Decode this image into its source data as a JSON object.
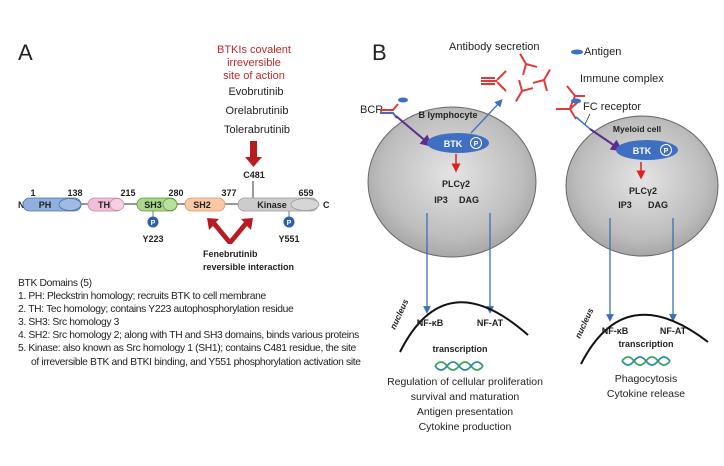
{
  "panel_a": {
    "label": "A",
    "btki_site_title": [
      "BTKIs covalent",
      "irreversible",
      "site of action"
    ],
    "btki_drugs": [
      "Evobrutinib",
      "Orelabrutinib",
      "Tolerabrutinib"
    ],
    "c481_label": "C481",
    "n_term": "N",
    "c_term": "C",
    "positions": [
      "1",
      "138",
      "215",
      "280",
      "377",
      "659"
    ],
    "domains": [
      {
        "name": "PH",
        "color": "#8fb0de"
      },
      {
        "name": "TH",
        "color": "#f3bdd8"
      },
      {
        "name": "SH3",
        "color": "#a8d88a"
      },
      {
        "name": "SH2",
        "color": "#f8c9a4"
      },
      {
        "name": "Kinase",
        "color": "#cccccc"
      }
    ],
    "phospho_symbol": "P",
    "y223_label": "Y223",
    "y551_label": "Y551",
    "fenebrutinib_label": [
      "Fenebrutinib",
      "reversible interaction"
    ],
    "legend_title": "BTK Domains (5)",
    "legend_items": [
      "1.  PH: Pleckstrin homology; recruits BTK to cell membrane",
      "2.  TH: Tec homology; contains Y223 autophosphorylation residue",
      "3.  SH3: Src homology 3",
      "4.  SH2: Src homology 2; along with TH and SH3 domains, binds various proteins",
      "5.  Kinase: also known as Src homology 1 (SH1); contains C481 residue, the site"
    ],
    "legend_item5_cont": "of irreversible BTK and BTKI binding, and Y551 phosphorylation activation site"
  },
  "panel_b": {
    "label": "B",
    "antibody_secretion": "Antibody secretion",
    "antigen": "Antigen",
    "immune_complex": "Immune complex",
    "fc_receptor": "FC receptor",
    "bcr": "BCR",
    "b_cell_label": "B lymphocyte",
    "myeloid_label": "Myeloid cell",
    "btk": "BTK",
    "phospho_symbol": "P",
    "plcg2": "PLCγ2",
    "ip3": "IP3",
    "dag": "DAG",
    "nucleus": "nucleus",
    "nfkb": "NF-κB",
    "nfat": "NF-AT",
    "transcription": "transcription",
    "b_cell_outcomes": [
      "Regulation of cellular proliferation",
      "survival and maturation",
      "Antigen presentation",
      "Cytokine production"
    ],
    "myeloid_outcomes": [
      "Phagocytosis",
      "Cytokine release"
    ]
  },
  "colors": {
    "accent_red": "#c0272d",
    "btk_blue": "#3e6fc0",
    "signal_blue": "#3b6fb6",
    "purple_arrow": "#5b2d91",
    "antibody_red": "#e03a3a",
    "phospho_blue": "#2d5fb0",
    "cell_gray": "#b3b3b3",
    "dna_green": "#3aa35a"
  }
}
